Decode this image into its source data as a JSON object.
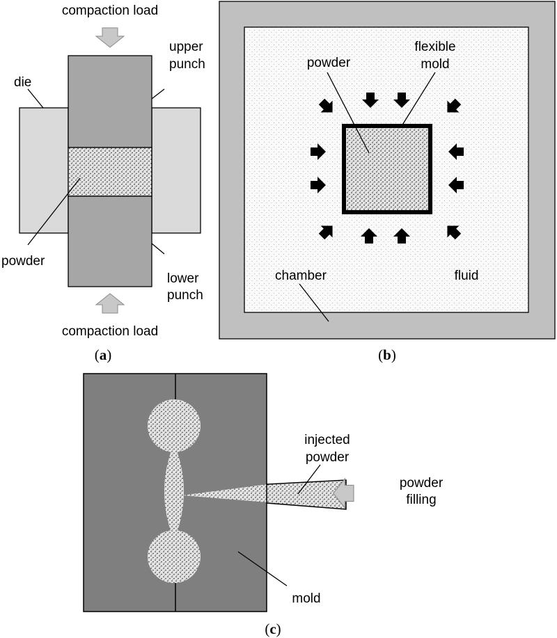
{
  "panel_a": {
    "top_label": "compaction load",
    "bottom_label": "compaction load",
    "upper_punch_line1": "upper",
    "upper_punch_line2": "punch",
    "die": "die",
    "powder": "powder",
    "lower_punch_line1": "lower",
    "lower_punch_line2": "punch",
    "caption_open": "(",
    "caption_letter": "a",
    "caption_close": ")"
  },
  "panel_b": {
    "powder": "powder",
    "flexible_mold_line1": "flexible",
    "flexible_mold_line2": "mold",
    "chamber": "chamber",
    "fluid": "fluid",
    "caption_open": "(",
    "caption_letter": "b",
    "caption_close": ")"
  },
  "panel_c": {
    "injected_powder_line1": "injected",
    "injected_powder_line2": "powder",
    "powder_filling_line1": "powder",
    "powder_filling_line2": "filling",
    "mold": "mold",
    "caption_open": "(",
    "caption_letter": "c",
    "caption_close": ")"
  },
  "colors": {
    "die": "#dadada",
    "punch": "#a6a6a6",
    "chamber_wall": "#c0c0c0",
    "mold_c": "#7f7f7f",
    "block_arrow": "#c8c8c8",
    "pressure_arrow": "#000000"
  }
}
